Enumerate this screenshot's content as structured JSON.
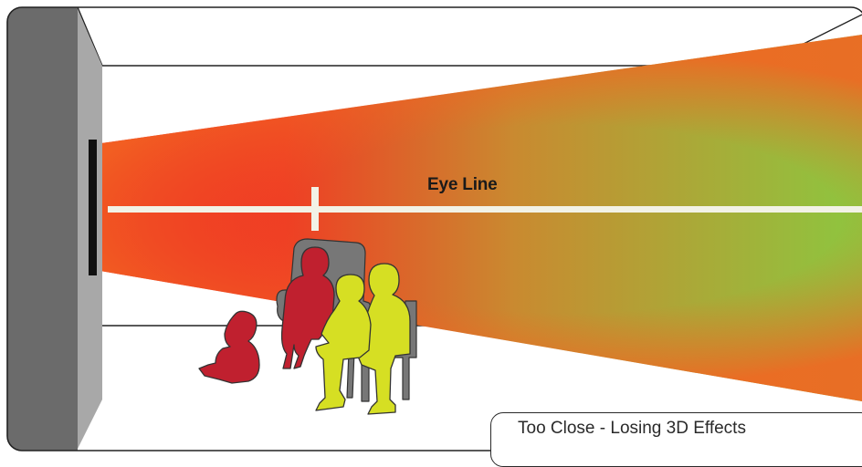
{
  "labels": {
    "eye_line": "Eye Line",
    "caption": "Too Close - Losing 3D Effects"
  },
  "colors": {
    "wall_dark": "#6b6b6b",
    "wall_side": "#a8a8a8",
    "cone_near": "#ee1c24",
    "cone_mid": "#f26522",
    "cone_far": "#8dc63f",
    "eye_line": "#f2f2e6",
    "figure_red": "#c0202f",
    "figure_yellow": "#d6df23",
    "chair_gray": "#777777"
  },
  "icons": [
    "screen",
    "viewing-cone",
    "child-figure",
    "standing-adult-figure",
    "seated-adult-figure",
    "armchair"
  ]
}
